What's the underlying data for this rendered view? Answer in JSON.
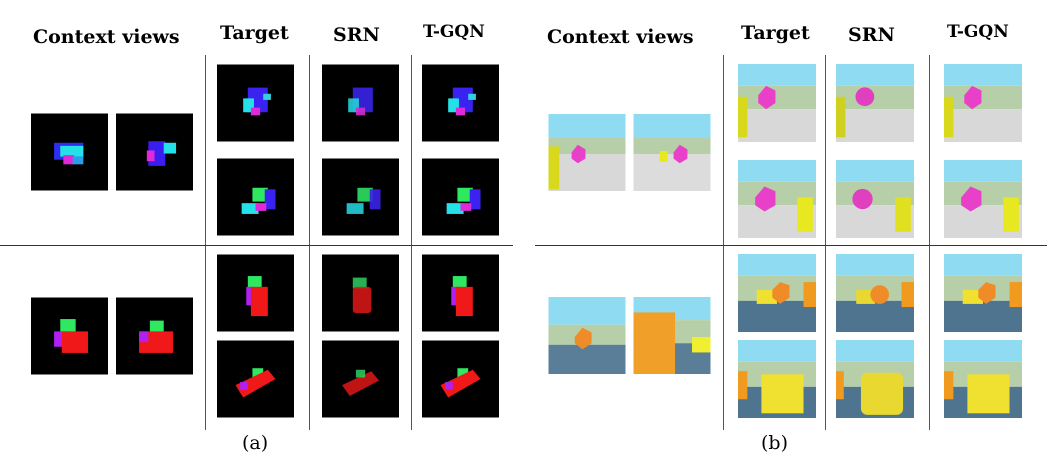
{
  "figure": {
    "panel_a": {
      "headers": {
        "context": "Context views",
        "target": "Target",
        "srn": "SRN",
        "tgqn": "T-GQN"
      },
      "caption": "(a)"
    },
    "panel_b": {
      "headers": {
        "context": "Context views",
        "target": "Target",
        "srn": "SRN",
        "tgqn": "T-GQN"
      },
      "caption": "(b)"
    }
  }
}
